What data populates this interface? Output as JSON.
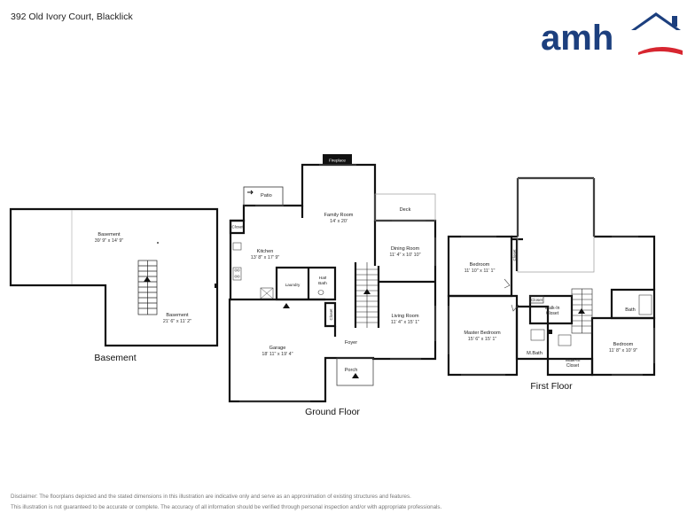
{
  "address": "392 Old Ivory Court, Blacklick",
  "brand": {
    "name": "amh",
    "color": "#1c3f7e",
    "accent": "#d72630"
  },
  "floors": {
    "basement": "Basement",
    "ground": "Ground Floor",
    "first": "First Floor"
  },
  "rooms": {
    "basement_main": {
      "name": "Basement",
      "dims": "39' 9\" x 14' 9\""
    },
    "basement_sub": {
      "name": "Basement",
      "dims": "21' 6\" x 11' 2\""
    },
    "fireplace": "Fireplace",
    "patio": "Patio",
    "family": {
      "name": "Family Room",
      "dims": "14' x 20'"
    },
    "deck": "Deck",
    "closet_kitchen": "Closet",
    "kitchen": {
      "name": "Kitchen",
      "dims": "13' 8\" x 17' 9\""
    },
    "dining": {
      "name": "Dining Room",
      "dims": "11' 4\" x 10' 10\""
    },
    "laundry": "Laundry",
    "half_bath": "Half Bath",
    "closet_foyer": "Closet",
    "living": {
      "name": "Living Room",
      "dims": "11' 4\" x 15' 1\""
    },
    "garage": {
      "name": "Garage",
      "dims": "18' 11\" x 19' 4\""
    },
    "foyer": "Foyer",
    "porch": "Porch",
    "bedroom_1": {
      "name": "Bedroom",
      "dims": "11' 10\" x 11' 1\""
    },
    "closet_bed1": "Closet",
    "closet_hall": "Closet",
    "walkin_1": "Walk-In Closet",
    "bath": "Bath",
    "master": {
      "name": "Master Bedroom",
      "dims": "15' 6\" x 15' 1\""
    },
    "mbath": "M.Bath",
    "walkin_2": "Walk-In Closet",
    "bedroom_2": {
      "name": "Bedroom",
      "dims": "11' 8\" x 10' 9\""
    }
  },
  "disclaimer": {
    "line1": "Disclaimer: The floorplans depicted and the stated dimensions in this illustration are indicative only and serve as an approximation of existing structures and features.",
    "line2": "This illustration is not guaranteed to be accurate or complete. The accuracy of all information should be verified through personal inspection and/or with appropriate professionals."
  }
}
